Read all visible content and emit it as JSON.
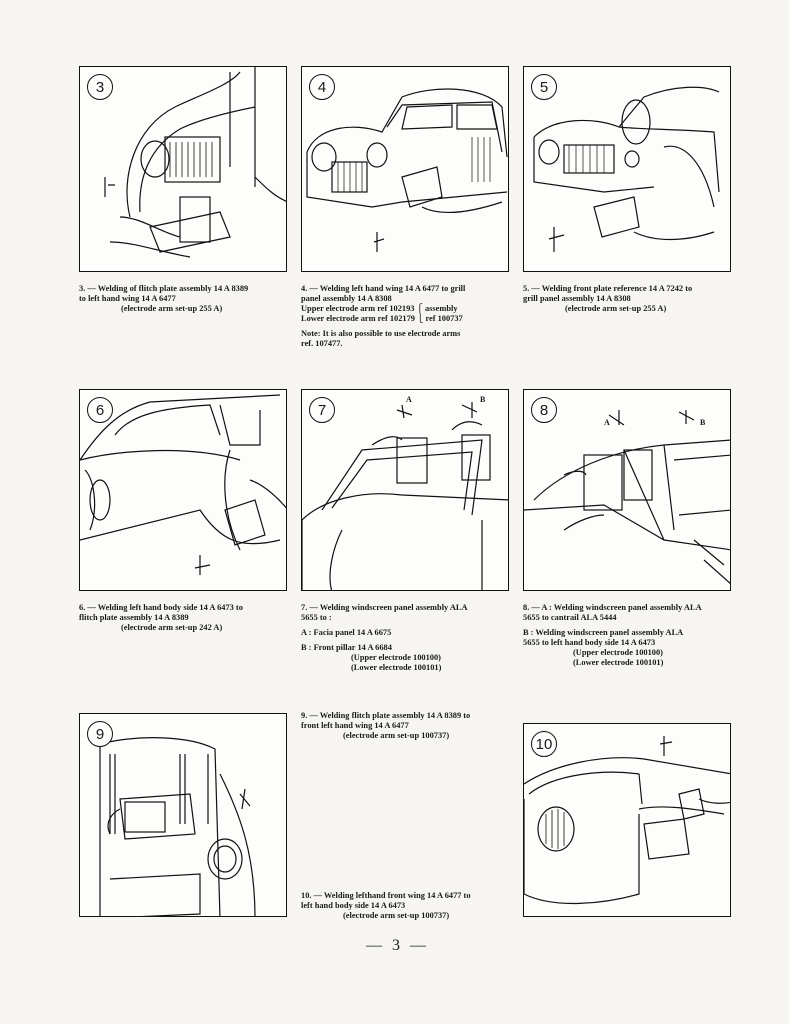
{
  "figures": [
    {
      "number": "3"
    },
    {
      "number": "4"
    },
    {
      "number": "5"
    },
    {
      "number": "6"
    },
    {
      "number": "7"
    },
    {
      "number": "8"
    },
    {
      "number": "9"
    },
    {
      "number": "10"
    }
  ],
  "figure_marks": {
    "fig7_a": "A",
    "fig7_b": "B",
    "fig8_a": "A",
    "fig8_b": "B"
  },
  "captions": {
    "c3": {
      "line1": "3. — Welding of flitch plate assembly 14 A 8389",
      "line2": "to left hand wing 14 A 6477",
      "line3": "(electrode arm set-up 255 A)"
    },
    "c4": {
      "line1": "4. — Welding left hand wing 14 A 6477 to grill",
      "line2": "panel assembly 14 A 8308",
      "upper": "Upper electrode arm ref 102193",
      "lower": "Lower electrode arm ref 102179",
      "assembly": "assembly",
      "ref": "ref 100737",
      "note1": "Note: It is also possible to use electrode arms",
      "note2": "ref. 107477."
    },
    "c5": {
      "line1": "5. — Welding front plate reference 14 A 7242 to",
      "line2": "grill panel assembly 14 A 8308",
      "line3": "(electrode arm set-up 255 A)"
    },
    "c6": {
      "line1": "6. — Welding left hand body side 14 A 6473 to",
      "line2": "flitch plate assembly 14 A 8389",
      "line3": "(electrode arm set-up 242 A)"
    },
    "c7": {
      "line1": "7. — Welding windscreen panel assembly ALA",
      "line2": "5655 to :",
      "line3": "A : Facia panel 14 A 6675",
      "line4": "B : Front pillar 14 A 6684",
      "line5": "(Upper electrode 100100)",
      "line6": "(Lower electrode 100101)"
    },
    "c8": {
      "line1": "8. — A : Welding windscreen panel assembly ALA",
      "line2": "5655 to cantrail ALA 5444",
      "line3": "B : Welding windscreen panel assembly ALA",
      "line4": "5655 to left hand body side 14 A 6473",
      "line5": "(Upper electrode 100100)",
      "line6": "(Lower electrode 100101)"
    },
    "c9": {
      "line1": "9. — Welding flitch plate assembly 14 A 8389 to",
      "line2": "front left hand wing 14 A 6477",
      "line3": "(electrode arm set-up 100737)"
    },
    "c10": {
      "line1": "10. — Welding lefthand front wing 14 A 6477 to",
      "line2": "left hand body side 14 A 6473",
      "line3": "(electrode arm set-up 100737)"
    }
  },
  "page_number": "— 3 —"
}
